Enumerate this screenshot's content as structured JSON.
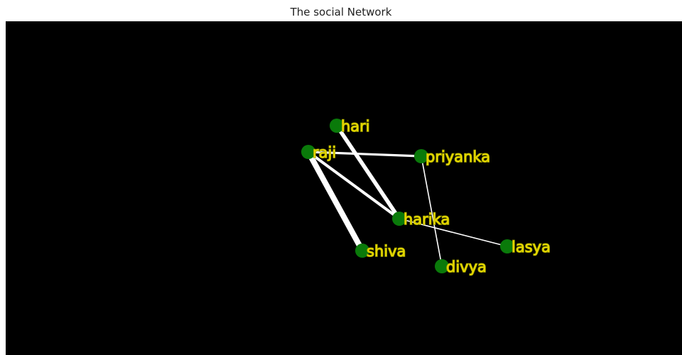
{
  "title": "The social Network",
  "colors": {
    "background": "#000000",
    "node_fill": "#0a7a0a",
    "edge": "#ffffff",
    "label_fill": "#e8d800",
    "label_stroke": "#a8a800"
  },
  "nodes": [
    {
      "id": "raji",
      "label": "raji"
    },
    {
      "id": "hari",
      "label": "hari"
    },
    {
      "id": "priyanka",
      "label": "priyanka"
    },
    {
      "id": "harika",
      "label": "harika"
    },
    {
      "id": "shiva",
      "label": "shiva"
    },
    {
      "id": "lasya",
      "label": "lasya"
    },
    {
      "id": "divya",
      "label": "divya"
    }
  ],
  "edges": [
    {
      "source": "raji",
      "target": "shiva",
      "weight": 5
    },
    {
      "source": "hari",
      "target": "harika",
      "weight": 3.5
    },
    {
      "source": "raji",
      "target": "harika",
      "weight": 2.5
    },
    {
      "source": "raji",
      "target": "priyanka",
      "weight": 2
    },
    {
      "source": "harika",
      "target": "lasya",
      "weight": 1
    },
    {
      "source": "priyanka",
      "target": "divya",
      "weight": 1
    }
  ]
}
